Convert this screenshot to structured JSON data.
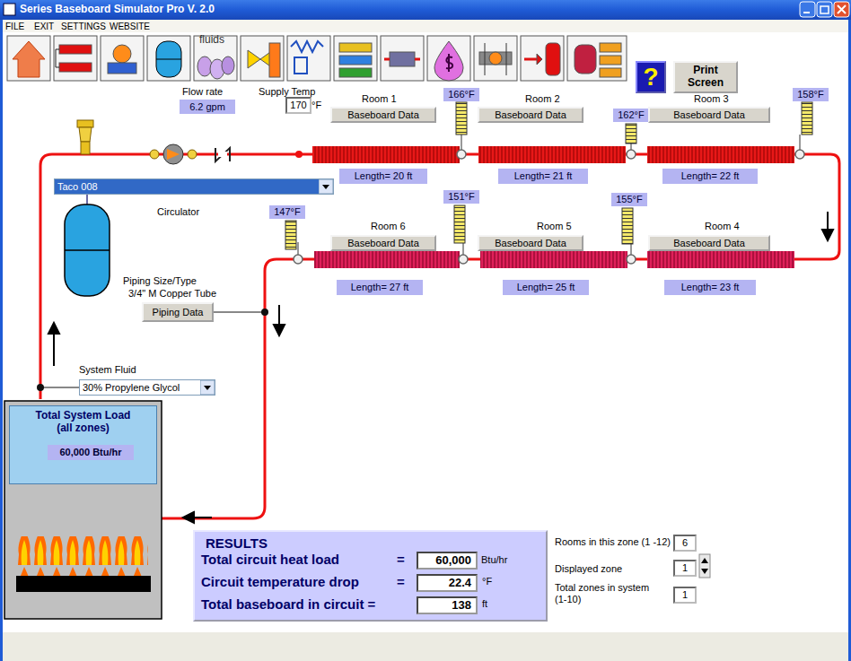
{
  "diagram": {
    "title": "Series Baseboard Simulator   Pro  V. 2.0",
    "nodes": [
      {
        "text": [
          "?"
        ]
      },
      {
        "text": [
          "Print Screen"
        ]
      },
      {
        "text": [
          "6.2 gpm"
        ]
      },
      {
        "text": [
          "170"
        ]
      },
      {
        "text": [
          "Baseboard Data"
        ]
      },
      {
        "text": [
          "166°F"
        ]
      },
      {
        "text": [
          "Baseboard Data"
        ]
      },
      {
        "text": [
          "162°F"
        ]
      },
      {
        "text": [
          "Baseboard Data"
        ]
      },
      {
        "text": [
          "158°F"
        ]
      },
      {
        "text": [
          "Length= 20 ft"
        ]
      },
      {
        "text": [
          "Length= 21 ft"
        ]
      },
      {
        "text": [
          "Length= 22 ft"
        ]
      },
      {
        "text": [
          "Taco 008"
        ]
      },
      {
        "text": [
          "147°F"
        ]
      },
      {
        "text": [
          "151°F"
        ]
      },
      {
        "text": [
          "155°F"
        ]
      },
      {
        "text": [
          "Baseboard Data"
        ]
      },
      {
        "text": [
          "Baseboard Data"
        ]
      },
      {
        "text": [
          "Baseboard Data"
        ]
      },
      {
        "text": [
          "Length= 27 ft"
        ]
      },
      {
        "text": [
          "Length= 25 ft"
        ]
      },
      {
        "text": [
          "Length= 23 ft"
        ]
      },
      {
        "text": [
          "Piping Data"
        ]
      },
      {
        "text": [
          "30% Propylene Glycol"
        ]
      },
      {
        "text": [
          "Total System Load (all zones)"
        ]
      },
      {
        "text": [
          "60,000 Btu/hr"
        ],
        "in": 25
      },
      {
        "text": [
          "RESULTS"
        ]
      },
      {
        "text": [
          "60,000"
        ],
        "in": 27
      },
      {
        "text": [
          "22.4"
        ],
        "in": 27
      },
      {
        "text": [
          "138"
        ],
        "in": 27
      },
      {
        "text": [
          "6"
        ]
      },
      {
        "text": [
          "1"
        ]
      },
      {
        "text": [
          "1"
        ]
      }
    ],
    "labels": [
      "FILE",
      "EXIT",
      "SETTINGS",
      "WEBSITE",
      "fluids",
      "Flow rate",
      "Supply Temp",
      "°F",
      "Room 1",
      "Room 2",
      "Room 3",
      "Circulator",
      "Room 6",
      "Room 5",
      "Room 4",
      "Piping Size/Type",
      "3/4\"  M Copper Tube",
      "System Fluid",
      "Total circuit heat load",
      "=",
      "Btu/hr",
      "Circuit temperature drop",
      "=",
      "°F",
      "Total baseboard in circuit =",
      "ft",
      "Rooms in this zone (1 -12)",
      "Displayed zone",
      "Total zones in system (1-10)"
    ]
  }
}
